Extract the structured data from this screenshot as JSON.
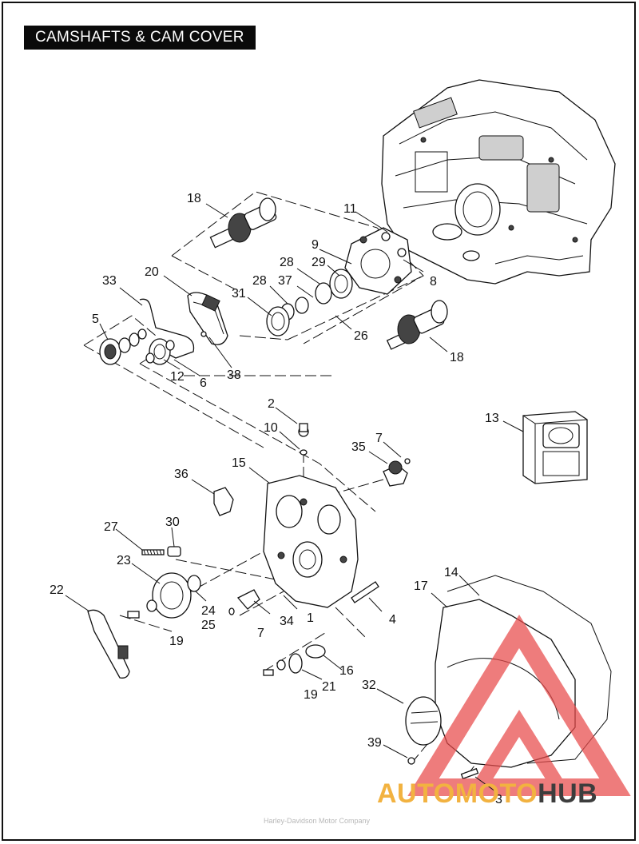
{
  "title": "CAMSHAFTS & CAM COVER",
  "callouts": {
    "c1": "1",
    "c2": "2",
    "c3": "3",
    "c4": "4",
    "c5": "5",
    "c6": "6",
    "c7a": "7",
    "c7b": "7",
    "c8": "8",
    "c9": "9",
    "c10": "10",
    "c11": "11",
    "c12": "12",
    "c13": "13",
    "c14": "14",
    "c15": "15",
    "c16": "16",
    "c17": "17",
    "c18a": "18",
    "c18b": "18",
    "c19a": "19",
    "c19b": "19",
    "c20": "20",
    "c21": "21",
    "c22": "22",
    "c23": "23",
    "c24": "24",
    "c25": "25",
    "c26": "26",
    "c27": "27",
    "c28a": "28",
    "c28b": "28",
    "c29": "29",
    "c30": "30",
    "c31": "31",
    "c32": "32",
    "c33": "33",
    "c34": "34",
    "c35": "35",
    "c36": "36",
    "c37": "37",
    "c38": "38",
    "c39": "39"
  },
  "watermark": {
    "part1": "AUTOMOTO",
    "part2": "HUB",
    "color_main": "#f2b240",
    "color_dark": "#3d3d3d",
    "logo_color": "#e84a4a"
  },
  "footer_note": "Harley-Davidson Motor Company"
}
